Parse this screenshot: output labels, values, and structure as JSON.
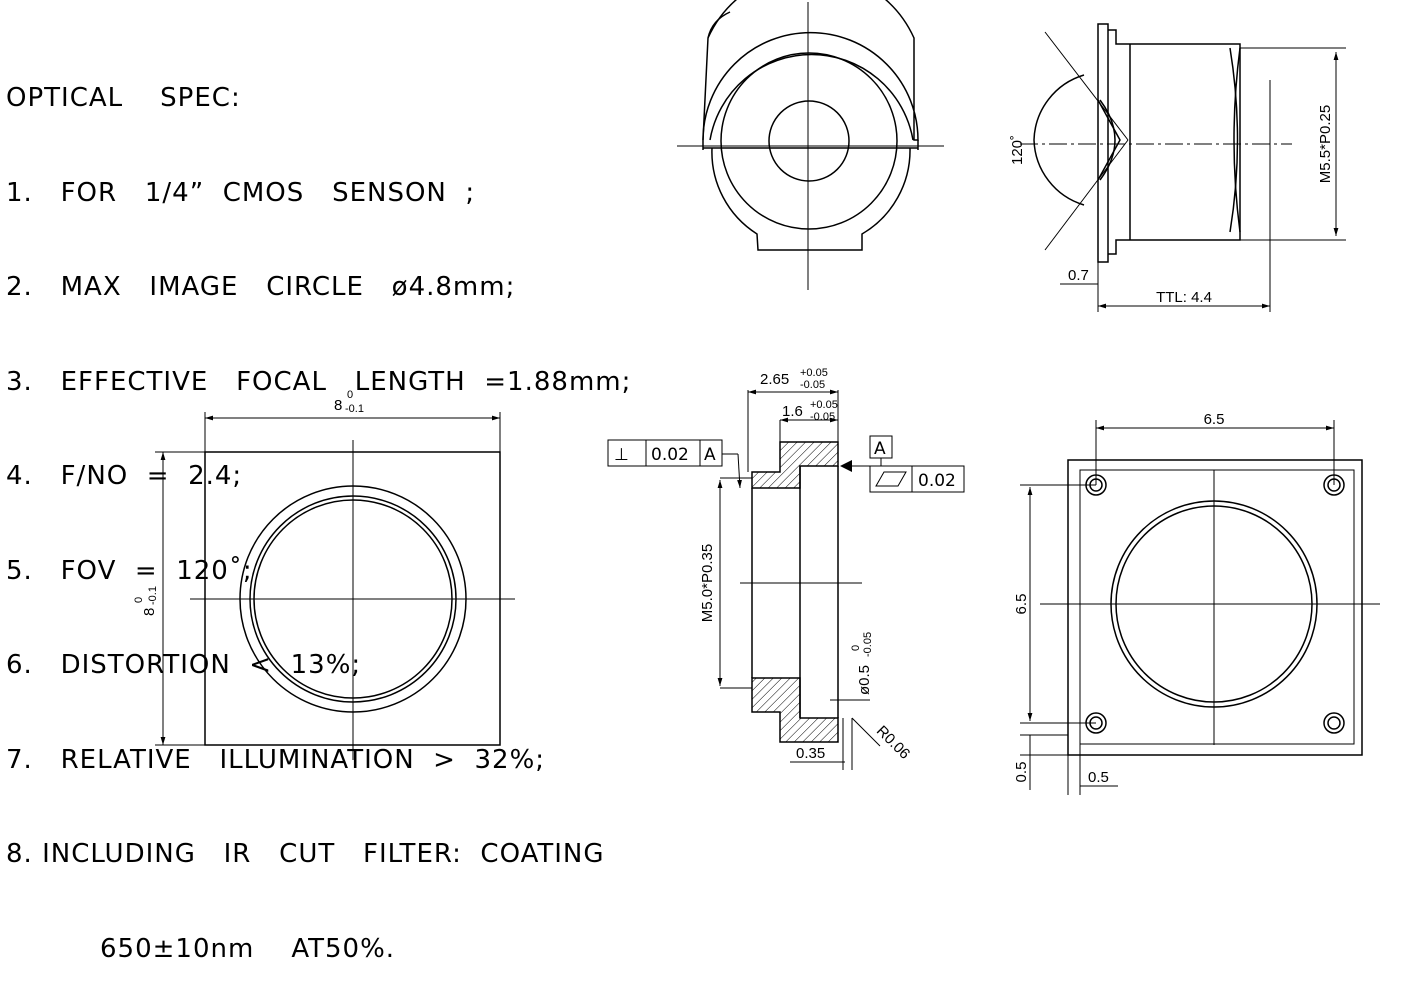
{
  "spec": {
    "heading": "OPTICAL    SPEC:",
    "items": [
      "1.   FOR   1/4”  CMOS   SENSON  ;",
      "2.   MAX   IMAGE   CIRCLE   ø4.8mm;",
      "3.   EFFECTIVE   FOCAL   LENGTH  =1.88mm;",
      "4.   F/NO  =  2.4;",
      "5.   FOV  =  120˚;",
      "6.   DISTORTION  <  13%;",
      "7.   RELATIVE   ILLUMINATION  >  32%;",
      "8. INCLUDING   IR   CUT   FILTER:  COATING",
      "650±10nm    AT50%."
    ]
  },
  "lens_side": {
    "angle": "120˚",
    "thread": "M5.5*P0.25",
    "flange": "0.7",
    "ttl": "TTL: 4.4"
  },
  "holder_top": {
    "width_nominal": "8",
    "width_upper_tol": "0",
    "width_lower_tol": "-0.1",
    "height_nominal": "8",
    "height_upper_tol": "0",
    "height_lower_tol": "-0.1"
  },
  "holder_section": {
    "depth_nominal": "2.65",
    "depth_upper_tol": "+0.05",
    "depth_lower_tol": "-0.05",
    "step_nominal": "1.6",
    "step_upper_tol": "+0.05",
    "step_lower_tol": "-0.05",
    "gdt_perp_symbol": "⊥",
    "gdt_perp_value": "0.02",
    "gdt_perp_datum": "A",
    "datum_label": "A",
    "gdt_flat_value": "0.02",
    "thread": "M5.0*P0.35",
    "pin_dia": "ø0.5",
    "pin_upper_tol": "0",
    "pin_lower_tol": "-0.05",
    "wall": "0.35",
    "radius": "R0.06"
  },
  "holder_bottom": {
    "pitch_x": "6.5",
    "pitch_y": "6.5",
    "offset_y": "0.5",
    "offset_x": "0.5"
  }
}
